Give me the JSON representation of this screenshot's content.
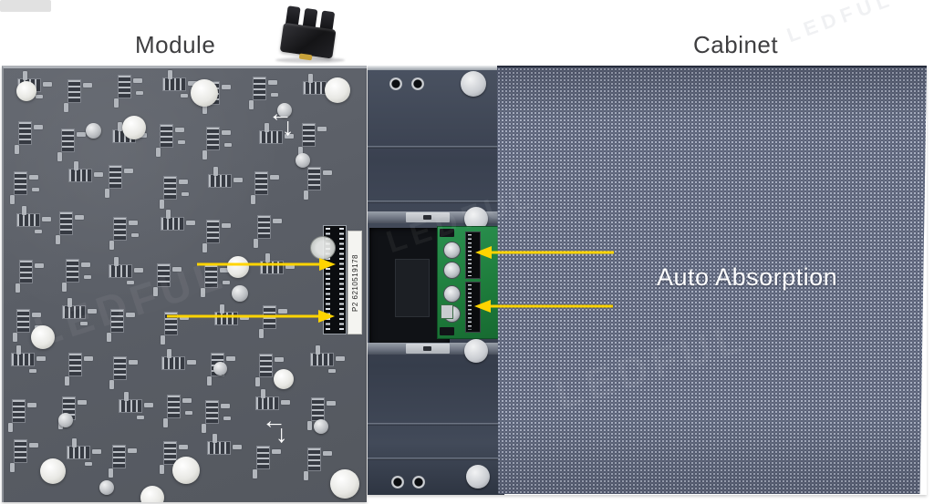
{
  "figure": {
    "title_module": "Module",
    "title_cabinet": "Cabinet",
    "annotation_auto_absorption": "Auto Absorption",
    "module_serial": "P2 6210519178",
    "watermark": "LEDFUL",
    "glyphs": {
      "arrow_left": "←",
      "arrow_down": "↓"
    },
    "colors": {
      "arrow_yellow": "#FFD400",
      "module_pcb_gray": "#5A5E66",
      "cabinet_frame": "#3C4352",
      "led_panel_base": "#414A62",
      "led_panel_dot": "#AAB1C2",
      "connector_pcb_green": "#1E7D3C"
    }
  }
}
